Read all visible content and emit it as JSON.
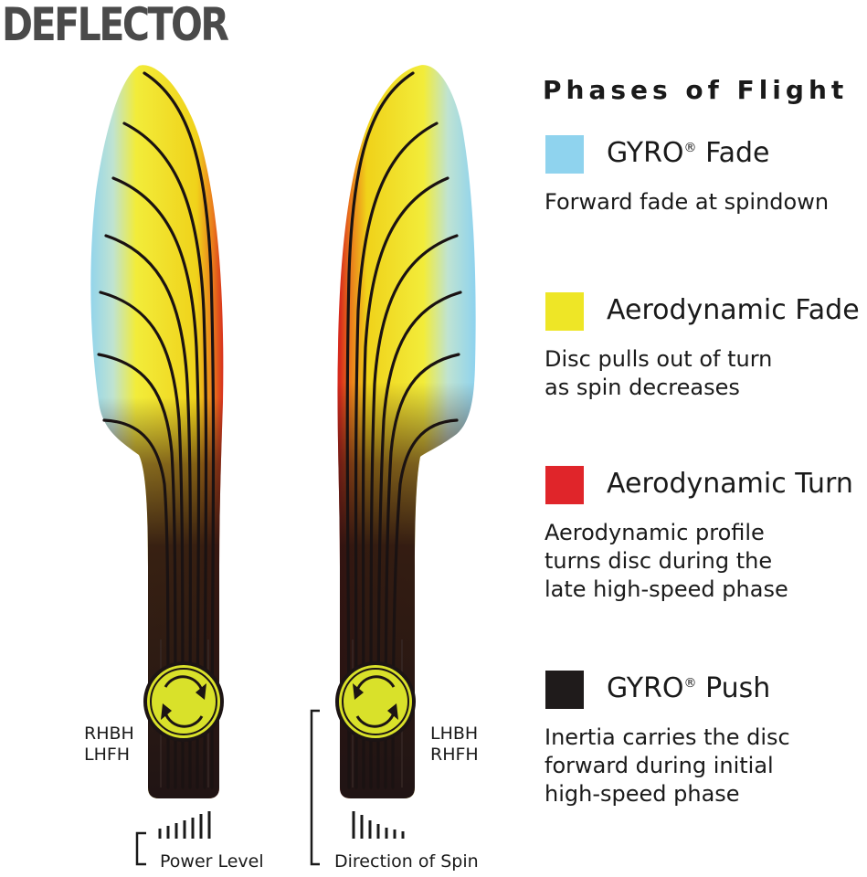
{
  "title": "DEFLECTOR",
  "legend": {
    "heading": "Phases of Flight",
    "items": [
      {
        "name": "GYRO",
        "mark": "®",
        "rest": " Fade",
        "color": "#8fd3ee",
        "description": "Forward fade at spindown"
      },
      {
        "name": "Aerodynamic Fade",
        "mark": "",
        "rest": "",
        "color": "#eee626",
        "description": "Disc pulls out of turn\nas spin decreases"
      },
      {
        "name": "Aerodynamic Turn",
        "mark": "",
        "rest": "",
        "color": "#e0252a",
        "description": "Aerodynamic profile\nturns disc during the\nlate high-speed phase"
      },
      {
        "name": "GYRO",
        "mark": "®",
        "rest": " Push",
        "color": "#1f1b1b",
        "description": "Inertia carries the disc\nforward during initial\nhigh-speed phase"
      }
    ]
  },
  "throws": {
    "left": "RHBH\nLHFH",
    "right": "LHBH\nRHFH"
  },
  "key": {
    "power_label": "Power Level",
    "spin_label": "Direction of Spin"
  },
  "icons": {
    "spin_clockwise": "rotate-arrows-icon",
    "spin_counterclockwise": "rotate-arrows-icon",
    "power": "signal-bars-icon"
  }
}
